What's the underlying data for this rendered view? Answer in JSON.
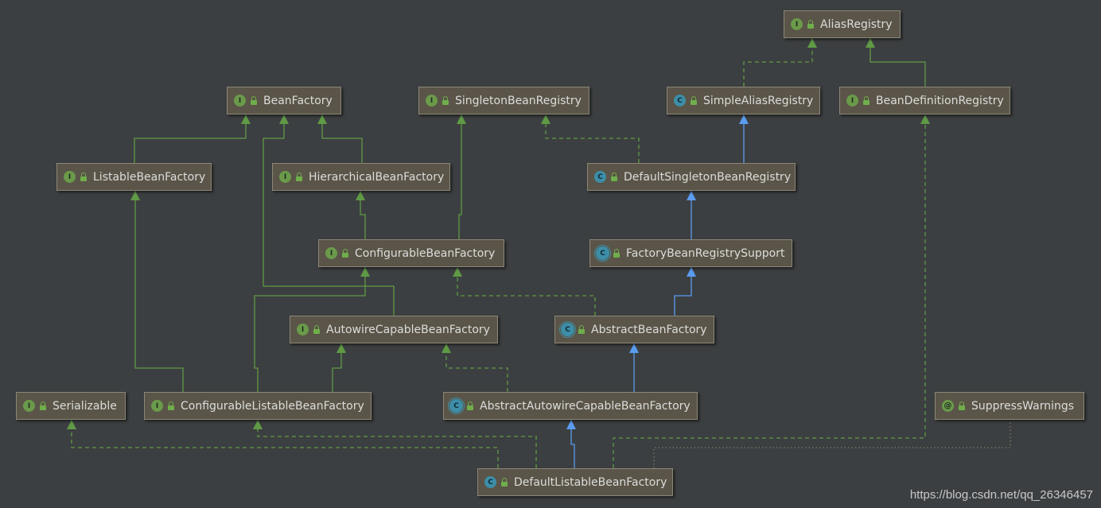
{
  "nodes": {
    "alias_registry": {
      "name": "AliasRegistry",
      "kind": "I"
    },
    "bean_factory": {
      "name": "BeanFactory",
      "kind": "I"
    },
    "singleton_bean_registry": {
      "name": "SingletonBeanRegistry",
      "kind": "I"
    },
    "simple_alias_registry": {
      "name": "SimpleAliasRegistry",
      "kind": "C"
    },
    "bean_definition_registry": {
      "name": "BeanDefinitionRegistry",
      "kind": "I"
    },
    "listable_bean_factory": {
      "name": "ListableBeanFactory",
      "kind": "I"
    },
    "hierarchical_bean_factory": {
      "name": "HierarchicalBeanFactory",
      "kind": "I"
    },
    "default_singleton_bean_registry": {
      "name": "DefaultSingletonBeanRegistry",
      "kind": "C"
    },
    "configurable_bean_factory": {
      "name": "ConfigurableBeanFactory",
      "kind": "I"
    },
    "factory_bean_registry_support": {
      "name": "FactoryBeanRegistrySupport",
      "kind": "C"
    },
    "autowire_capable_bean_factory": {
      "name": "AutowireCapableBeanFactory",
      "kind": "I"
    },
    "abstract_bean_factory": {
      "name": "AbstractBeanFactory",
      "kind": "C"
    },
    "serializable": {
      "name": "Serializable",
      "kind": "I"
    },
    "configurable_listable_bean_factory": {
      "name": "ConfigurableListableBeanFactory",
      "kind": "I"
    },
    "abstract_autowire_capable_bean_factory": {
      "name": "AbstractAutowireCapableBeanFactory",
      "kind": "C"
    },
    "suppress_warnings": {
      "name": "SuppressWarnings",
      "kind": "@"
    },
    "default_listable_bean_factory": {
      "name": "DefaultListableBeanFactory",
      "kind": "C"
    }
  },
  "relations": [
    {
      "from": "simple_alias_registry",
      "to": "alias_registry",
      "type": "implements"
    },
    {
      "from": "bean_definition_registry",
      "to": "alias_registry",
      "type": "extends-interface"
    },
    {
      "from": "listable_bean_factory",
      "to": "bean_factory",
      "type": "extends-interface"
    },
    {
      "from": "hierarchical_bean_factory",
      "to": "bean_factory",
      "type": "extends-interface"
    },
    {
      "from": "autowire_capable_bean_factory",
      "to": "bean_factory",
      "type": "extends-interface"
    },
    {
      "from": "default_singleton_bean_registry",
      "to": "singleton_bean_registry",
      "type": "implements"
    },
    {
      "from": "default_singleton_bean_registry",
      "to": "simple_alias_registry",
      "type": "extends"
    },
    {
      "from": "configurable_bean_factory",
      "to": "hierarchical_bean_factory",
      "type": "extends-interface"
    },
    {
      "from": "configurable_bean_factory",
      "to": "singleton_bean_registry",
      "type": "extends-interface"
    },
    {
      "from": "factory_bean_registry_support",
      "to": "default_singleton_bean_registry",
      "type": "extends"
    },
    {
      "from": "abstract_bean_factory",
      "to": "configurable_bean_factory",
      "type": "implements"
    },
    {
      "from": "abstract_bean_factory",
      "to": "factory_bean_registry_support",
      "type": "extends"
    },
    {
      "from": "configurable_listable_bean_factory",
      "to": "listable_bean_factory",
      "type": "extends-interface"
    },
    {
      "from": "configurable_listable_bean_factory",
      "to": "autowire_capable_bean_factory",
      "type": "extends-interface"
    },
    {
      "from": "configurable_listable_bean_factory",
      "to": "configurable_bean_factory",
      "type": "extends-interface"
    },
    {
      "from": "abstract_autowire_capable_bean_factory",
      "to": "autowire_capable_bean_factory",
      "type": "implements"
    },
    {
      "from": "abstract_autowire_capable_bean_factory",
      "to": "abstract_bean_factory",
      "type": "extends"
    },
    {
      "from": "default_listable_bean_factory",
      "to": "abstract_autowire_capable_bean_factory",
      "type": "extends"
    },
    {
      "from": "default_listable_bean_factory",
      "to": "serializable",
      "type": "implements"
    },
    {
      "from": "default_listable_bean_factory",
      "to": "configurable_listable_bean_factory",
      "type": "implements"
    },
    {
      "from": "default_listable_bean_factory",
      "to": "bean_definition_registry",
      "type": "implements"
    },
    {
      "from": "default_listable_bean_factory",
      "to": "suppress_warnings",
      "type": "annotated"
    }
  ],
  "colors": {
    "background": "#3c3f41",
    "node_fill": "#5a5548",
    "interface_edge": "#5f9a45",
    "class_edge": "#5a9cf0",
    "annotation_edge": "#7a7a6a"
  },
  "watermark": "https://blog.csdn.net/qq_26346457"
}
